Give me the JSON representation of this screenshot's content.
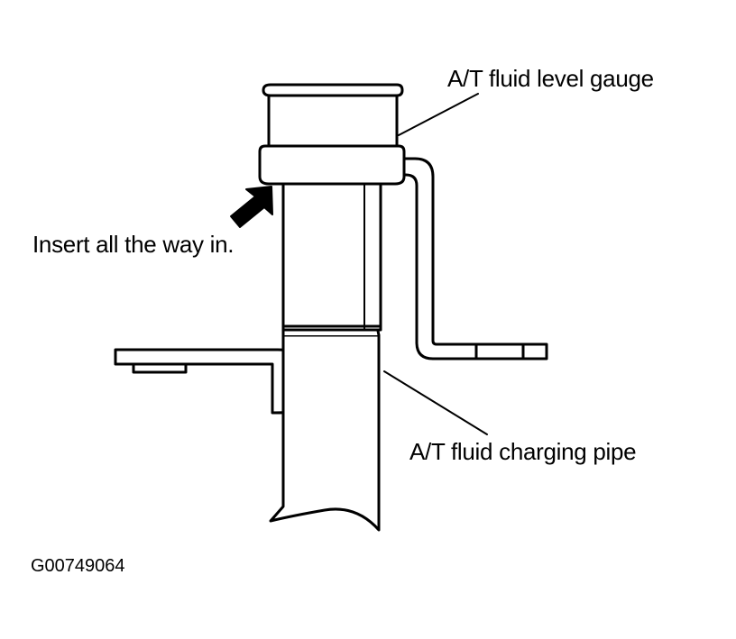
{
  "labels": {
    "gauge": "A/T fluid level gauge",
    "insert": "Insert all the way in.",
    "pipe": "A/T fluid charging pipe",
    "figure_code": "G00749064"
  },
  "colors": {
    "line": "#000000",
    "background": "#ffffff"
  }
}
